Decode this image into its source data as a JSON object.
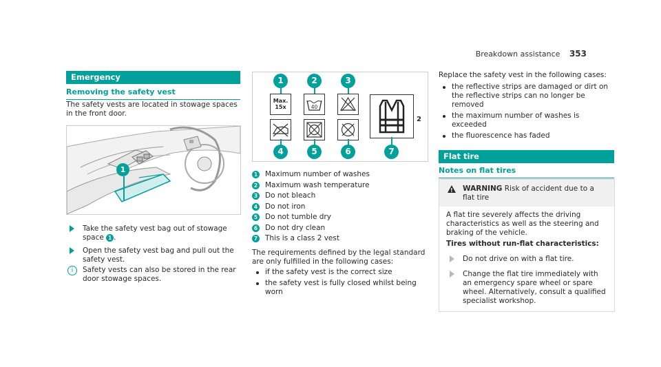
{
  "header": {
    "section": "Breakdown assistance",
    "page_number": "353"
  },
  "left": {
    "section_title": "Emergency",
    "subtitle": "Removing the safety vest",
    "intro": "The safety vests are located in stowage spaces in the front door.",
    "callout": "1",
    "step1_a": "Take the safety vest bag out of stowage space",
    "step1_b": ".",
    "step2": "Open the safety vest bag and pull out the safety vest.",
    "note": "Safety vests can also be stored in the rear door stowage spaces."
  },
  "middle": {
    "figure_numbers": [
      "1",
      "2",
      "3",
      "4",
      "5",
      "6",
      "7"
    ],
    "max_label_1": "Max.",
    "max_label_2": "15x",
    "wash_temp": "40",
    "vest_class": "2",
    "legend": [
      {
        "num": "1",
        "text": "Maximum number of washes"
      },
      {
        "num": "2",
        "text": "Maximum wash temperature"
      },
      {
        "num": "3",
        "text": "Do not bleach"
      },
      {
        "num": "4",
        "text": "Do not iron"
      },
      {
        "num": "5",
        "text": "Do not tumble dry"
      },
      {
        "num": "6",
        "text": "Do not dry clean"
      },
      {
        "num": "7",
        "text": "This is a class 2 vest"
      }
    ],
    "requirements_intro": "The requirements defined by the legal standard are only fulfilled in the following cases:",
    "requirements": [
      "if the safety vest is the correct size",
      "the safety vest is fully closed whilst being worn"
    ]
  },
  "right": {
    "replace_intro": "Replace the safety vest in the following cases:",
    "replace_items": [
      "the reflective strips are damaged or dirt on the reflective strips can no longer be removed",
      "the maximum number of washes is exceeded",
      "the fluorescence has faded"
    ],
    "section_title": "Flat tire",
    "subtitle": "Notes on flat tires",
    "warning_label": "WARNING",
    "warning_text": "Risk of accident due to a flat tire",
    "warning_body": "A flat tire severely affects the driving characteristics as well as the steering and braking of the vehicle.",
    "tires_heading": "Tires without run-flat characteristics:",
    "step1": "Do not drive on with a flat tire.",
    "step2": "Change the flat tire immediately with an emergency spare wheel or spare wheel. Alternatively, consult a qualified specialist workshop."
  },
  "colors": {
    "accent": "#00a19a",
    "text": "#2a2a2a",
    "warning_bg": "#f0f0f0"
  }
}
